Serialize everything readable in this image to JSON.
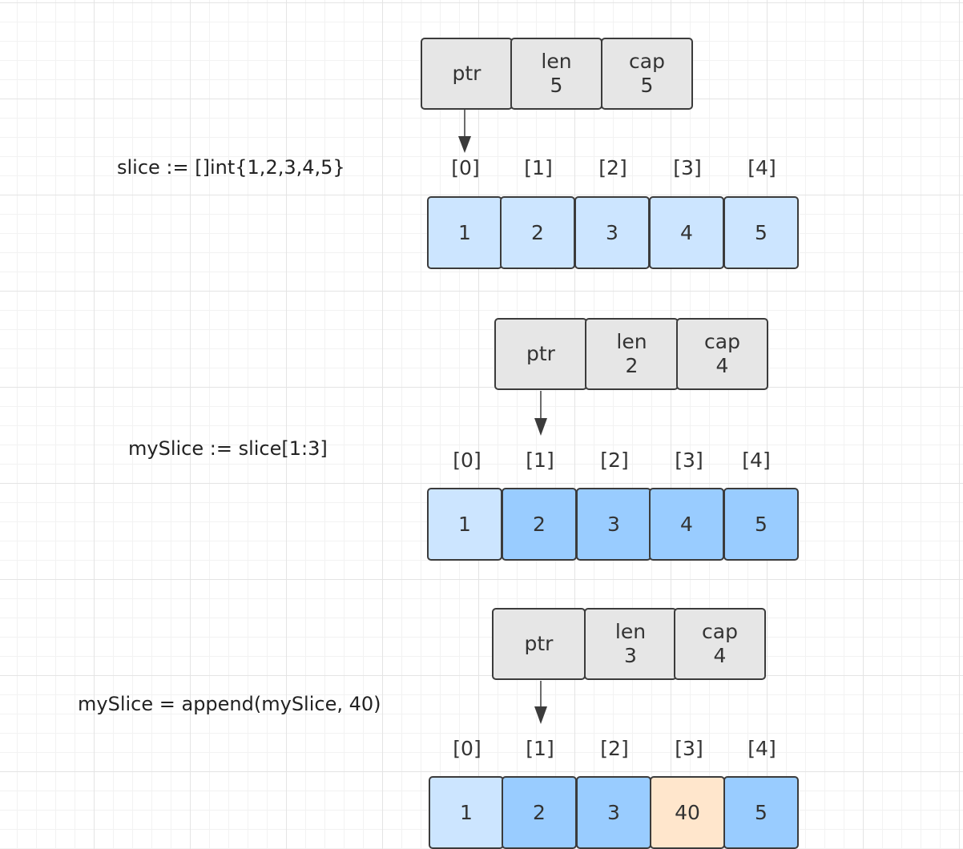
{
  "colors": {
    "header_fill": "#e6e6e6",
    "cell_light": "#cce5ff",
    "cell_dark": "#99ccff",
    "cell_highlight": "#ffe6cc",
    "stroke": "#3b3b3b"
  },
  "sections": [
    {
      "code": "slice := []int{1,2,3,4,5}",
      "header": {
        "ptr": "ptr",
        "len_label": "len",
        "len_value": "5",
        "cap_label": "cap",
        "cap_value": "5"
      },
      "indices": [
        "[0]",
        "[1]",
        "[2]",
        "[3]",
        "[4]"
      ],
      "cells": [
        {
          "value": "1",
          "state": "light"
        },
        {
          "value": "2",
          "state": "light"
        },
        {
          "value": "3",
          "state": "light"
        },
        {
          "value": "4",
          "state": "light"
        },
        {
          "value": "5",
          "state": "light"
        }
      ]
    },
    {
      "code": "mySlice := slice[1:3]",
      "header": {
        "ptr": "ptr",
        "len_label": "len",
        "len_value": "2",
        "cap_label": "cap",
        "cap_value": "4"
      },
      "indices": [
        "[0]",
        "[1]",
        "[2]",
        "[3]",
        "[4]"
      ],
      "cells": [
        {
          "value": "1",
          "state": "light"
        },
        {
          "value": "2",
          "state": "dark"
        },
        {
          "value": "3",
          "state": "dark"
        },
        {
          "value": "4",
          "state": "dark"
        },
        {
          "value": "5",
          "state": "dark"
        }
      ]
    },
    {
      "code": "mySlice = append(mySlice, 40)",
      "header": {
        "ptr": "ptr",
        "len_label": "len",
        "len_value": "3",
        "cap_label": "cap",
        "cap_value": "4"
      },
      "indices": [
        "[0]",
        "[1]",
        "[2]",
        "[3]",
        "[4]"
      ],
      "cells": [
        {
          "value": "1",
          "state": "light"
        },
        {
          "value": "2",
          "state": "dark"
        },
        {
          "value": "3",
          "state": "dark"
        },
        {
          "value": "40",
          "state": "highlight"
        },
        {
          "value": "5",
          "state": "dark"
        }
      ]
    }
  ]
}
